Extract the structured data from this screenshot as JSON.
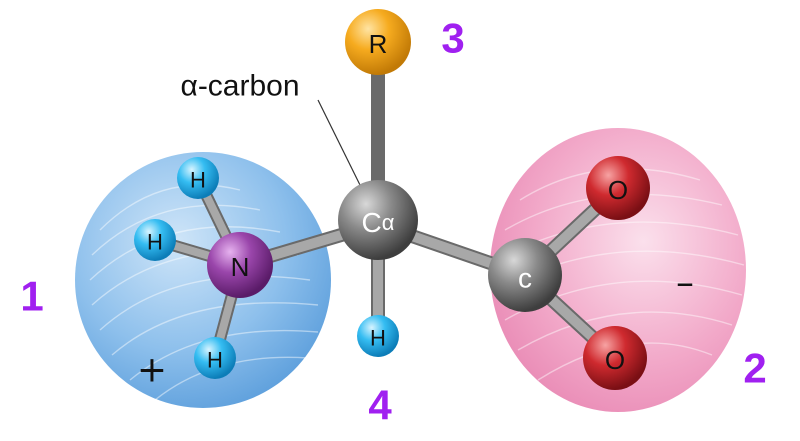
{
  "labels": {
    "alpha_carbon": "α-carbon",
    "region_amino": "1",
    "region_carboxyl": "2",
    "region_side_chain": "3",
    "region_hydrogen": "4",
    "positive_charge": "+",
    "negative_charge": "–"
  },
  "atoms": {
    "r_group": "R",
    "calpha_c": "C",
    "calpha_sub": "α",
    "carboxyl_c": "c",
    "oxygen_top": "O",
    "oxygen_bottom": "O",
    "nitrogen": "N",
    "h_top": "H",
    "h_left": "H",
    "h_bottom_n": "H",
    "h_alpha": "H"
  },
  "colors": {
    "amino_region": "#7fb6e6",
    "carboxyl_region": "#ef9cc0",
    "r_group": "#f5a81e",
    "carbon": "#7a7a7a",
    "nitrogen": "#8e3a9e",
    "oxygen": "#c8202a",
    "hydrogen": "#2fb7ef",
    "region_number": "#a020f0"
  }
}
